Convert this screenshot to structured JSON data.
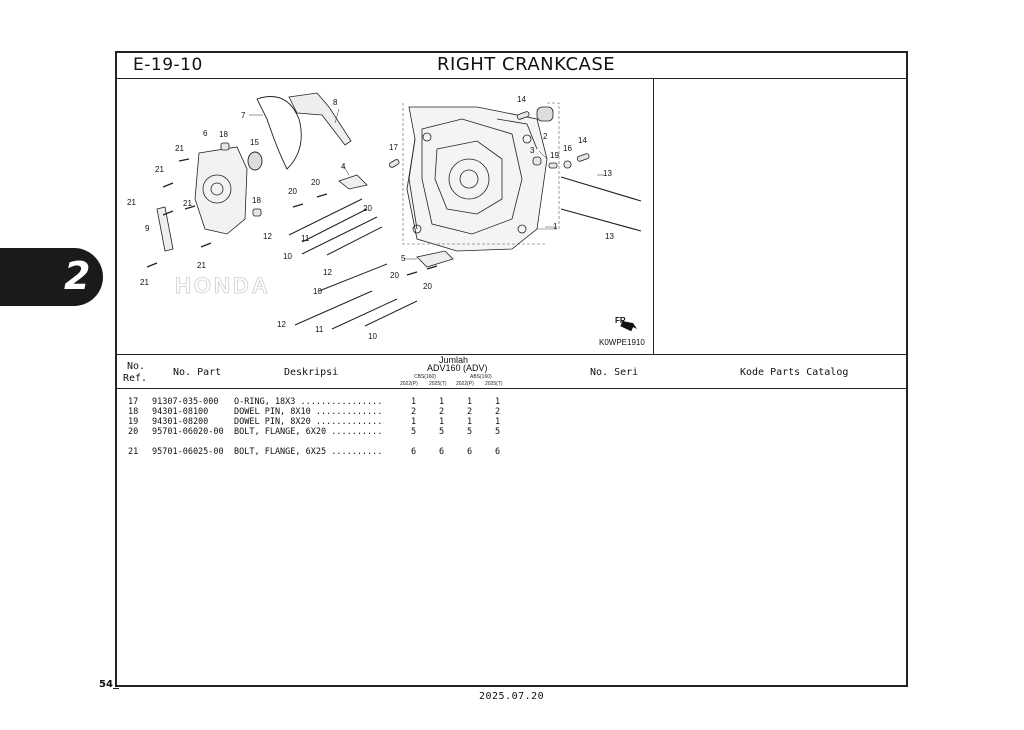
{
  "page": {
    "section_code": "E-19-10",
    "section_title": "RIGHT CRANKCASE",
    "side_tab_number": "2",
    "page_number": "54",
    "footer_date": "2025.07.20"
  },
  "diagram": {
    "image_code": "K0WPE1910",
    "watermark": "HONDA",
    "direction_label": "FR.",
    "callouts": [
      "1",
      "2",
      "3",
      "4",
      "5",
      "6",
      "7",
      "8",
      "9",
      "10",
      "11",
      "12",
      "13",
      "14",
      "15",
      "16",
      "17",
      "18",
      "19",
      "20",
      "21"
    ]
  },
  "table": {
    "headers": {
      "ref": "No.\nRef.",
      "ref_line1": "No.",
      "ref_line2": "Ref.",
      "part_no": "No. Part",
      "description": "Deskripsi",
      "quantity": "Jumlah",
      "model": "ADV160 (ADV)",
      "variant_cbs": "CBS(160)",
      "variant_abs": "ABS(160)",
      "year_cols": [
        "2022(P)",
        "2025(T)",
        "2022(P)",
        "2025(T)"
      ],
      "serial": "No. Seri",
      "catalog": "Kode Parts Catalog"
    },
    "rows": [
      {
        "ref": "17",
        "part": "91307-035-000",
        "desc": "O-RING, 18X3 ................",
        "q1": "1",
        "q2": "1",
        "q3": "1",
        "q4": "1"
      },
      {
        "ref": "18",
        "part": "94301-08100",
        "desc": "DOWEL PIN, 8X10 .............",
        "q1": "2",
        "q2": "2",
        "q3": "2",
        "q4": "2"
      },
      {
        "ref": "19",
        "part": "94301-08200",
        "desc": "DOWEL PIN, 8X20 .............",
        "q1": "1",
        "q2": "1",
        "q3": "1",
        "q4": "1"
      },
      {
        "ref": "20",
        "part": "95701-06020-00",
        "desc": "BOLT, FLANGE, 6X20 ..........",
        "q1": "5",
        "q2": "5",
        "q3": "5",
        "q4": "5"
      },
      {
        "ref": "21",
        "part": "95701-06025-00",
        "desc": "BOLT, FLANGE, 6X25 ..........",
        "q1": "6",
        "q2": "6",
        "q3": "6",
        "q4": "6"
      }
    ]
  }
}
